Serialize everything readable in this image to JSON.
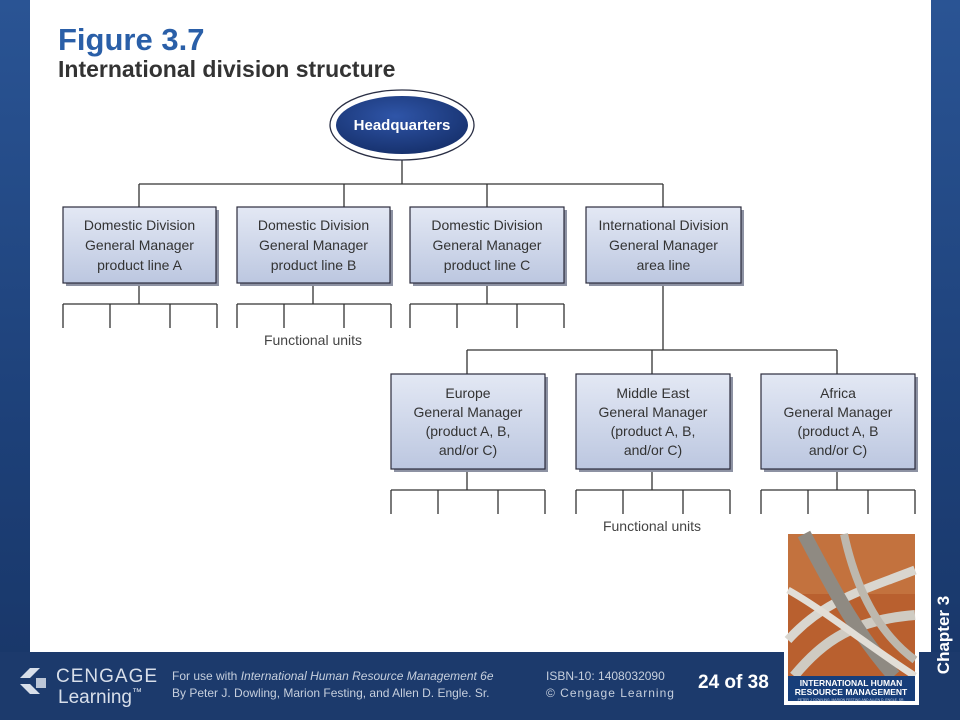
{
  "figure": {
    "title": "Figure 3.7",
    "subtitle": "International division structure"
  },
  "diagram": {
    "root": {
      "label": "Headquarters"
    },
    "divisions": [
      {
        "lines": [
          "Domestic Division",
          "General Manager",
          "product line A"
        ]
      },
      {
        "lines": [
          "Domestic Division",
          "General Manager",
          "product line B"
        ]
      },
      {
        "lines": [
          "Domestic Division",
          "General Manager",
          "product line C"
        ]
      },
      {
        "lines": [
          "International Division",
          "General Manager",
          "area line"
        ]
      }
    ],
    "areas": [
      {
        "lines": [
          "Europe",
          "General Manager",
          "(product A, B,",
          "and/or C)"
        ]
      },
      {
        "lines": [
          "Middle East",
          "General Manager",
          "(product A, B,",
          "and/or C)"
        ]
      },
      {
        "lines": [
          "Africa",
          "General Manager",
          "(product A, B",
          "and/or C)"
        ]
      }
    ],
    "functional_units_label": "Functional units"
  },
  "footer": {
    "logo": {
      "brand": "CENGAGE",
      "sub": "Learning",
      "trademark": "™"
    },
    "line1": "For use with International Human Resource Management 6e",
    "line2": "By Peter J. Dowling, Marion Festing, and Allen D. Engle. Sr.",
    "isbn": "ISBN-10: 1408032090",
    "copyright": "© Cengage Learning",
    "page_counter": "24 of 38",
    "chapter_tab": "Chapter 3"
  },
  "book_cover": {
    "title_line1": "INTERNATIONAL HUMAN",
    "title_line2": "RESOURCE MANAGEMENT",
    "authors": "PETER J. DOWLING, MARION FESTING AND ALLEN D. ENGLE, SR."
  },
  "colors": {
    "frame_blue": "#1d3f73",
    "title_blue": "#2a5fa8",
    "headquarters_fill": "#1f3f86",
    "box_fill": "#cfd7ea",
    "box_border": "#2c2c3c"
  }
}
